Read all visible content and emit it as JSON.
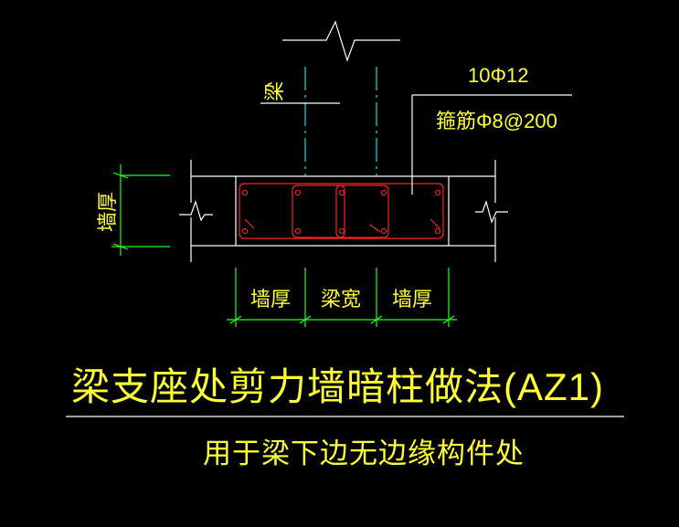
{
  "drawing": {
    "colors": {
      "background": "#000000",
      "wall_outline": "#FFFFFF",
      "rebar": "#FF2020",
      "dimension": "#20FF20",
      "centerline": "#00E5E5",
      "text": "#FFFF33"
    },
    "beam_label": "梁",
    "longitudinal_rebar": "10Φ12",
    "stirrup_rebar": "箍筋Φ8@200",
    "wall_thickness_vertical": "墙厚",
    "dimensions": [
      "墙厚",
      "梁宽",
      "墙厚"
    ],
    "title": "梁支座处剪力墙暗柱做法(AZ1)",
    "subtitle": "用于梁下边无边缘构件处"
  }
}
